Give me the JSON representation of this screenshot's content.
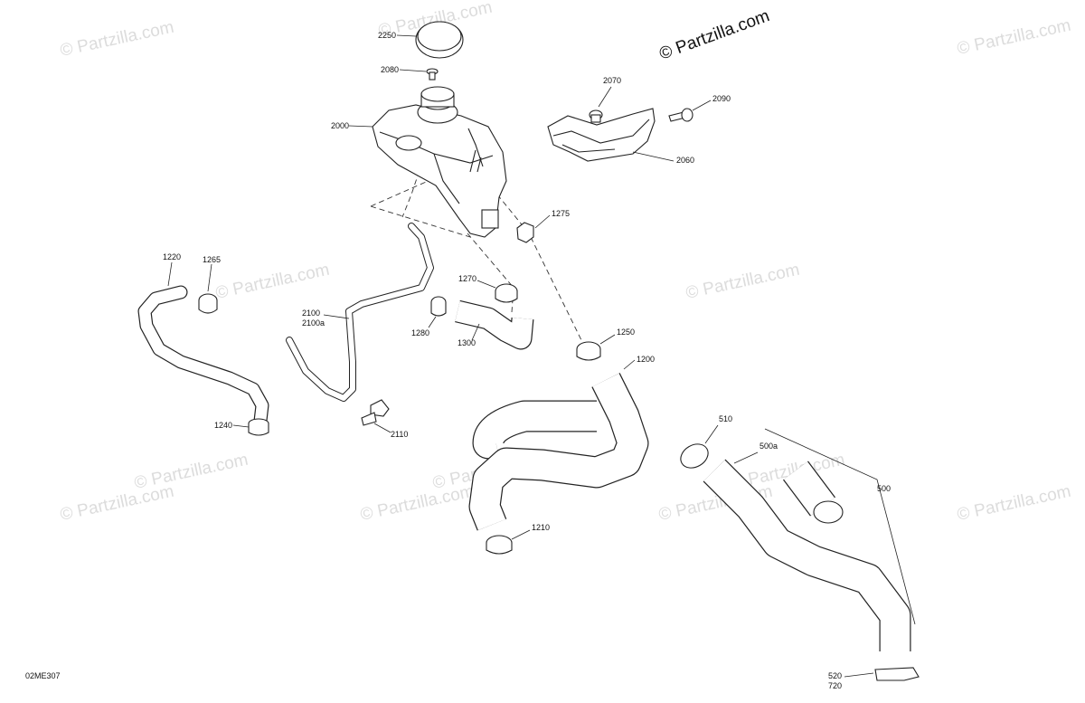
{
  "watermarks": [
    "© Partzilla.com",
    "© Partzilla.com",
    "© Partzilla.com",
    "© Partzilla.com",
    "© Partzilla.com",
    "© Partzilla.com",
    "© Partzilla.com",
    "© Partzilla.com",
    "© Partzilla.com",
    "© Partzilla.com",
    "© Partzilla.com",
    "© Partzilla.com"
  ],
  "copyright": "© Partzilla.com",
  "diagram_code": "02ME307",
  "callouts": {
    "c2250": "2250",
    "c2080": "2080",
    "c2000": "2000",
    "c2070": "2070",
    "c2090": "2090",
    "c2060": "2060",
    "c1275": "1275",
    "c1220": "1220",
    "c1265": "1265",
    "c1270": "1270",
    "c2100": "2100",
    "c2100a": "2100a",
    "c1280": "1280",
    "c1300": "1300",
    "c1250": "1250",
    "c1200": "1200",
    "c1240": "1240",
    "c2110": "2110",
    "c510": "510",
    "c500a": "500a",
    "c500": "500",
    "c1210": "1210",
    "c520": "520",
    "c720": "720"
  },
  "icons": {
    "coolant-reservoir": "reservoir-part",
    "cap": "cap-part",
    "bracket": "bracket-part",
    "clamp": "hose-clamp-part",
    "hose": "hose-part"
  }
}
